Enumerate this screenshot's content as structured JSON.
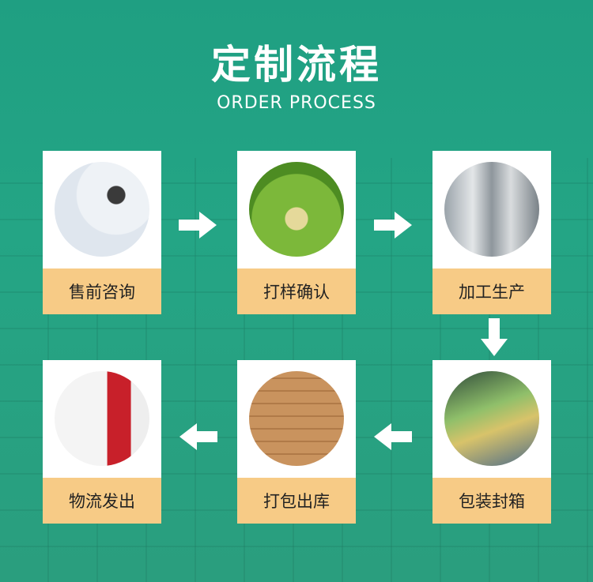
{
  "header": {
    "title": "定制流程",
    "subtitle": "ORDER PROCESS"
  },
  "steps": [
    {
      "label": "售前咨询",
      "image": "customer-service-photo"
    },
    {
      "label": "打样确认",
      "image": "glue-traps-sample-photo"
    },
    {
      "label": "加工生产",
      "image": "factory-tanks-photo"
    },
    {
      "label": "包装封箱",
      "image": "packaging-photo"
    },
    {
      "label": "打包出库",
      "image": "cartons-warehouse-photo"
    },
    {
      "label": "物流发出",
      "image": "truck-photo"
    }
  ],
  "colors": {
    "background": "#22a384",
    "label_bg": "#f7cb86",
    "arrow": "#ffffff"
  }
}
